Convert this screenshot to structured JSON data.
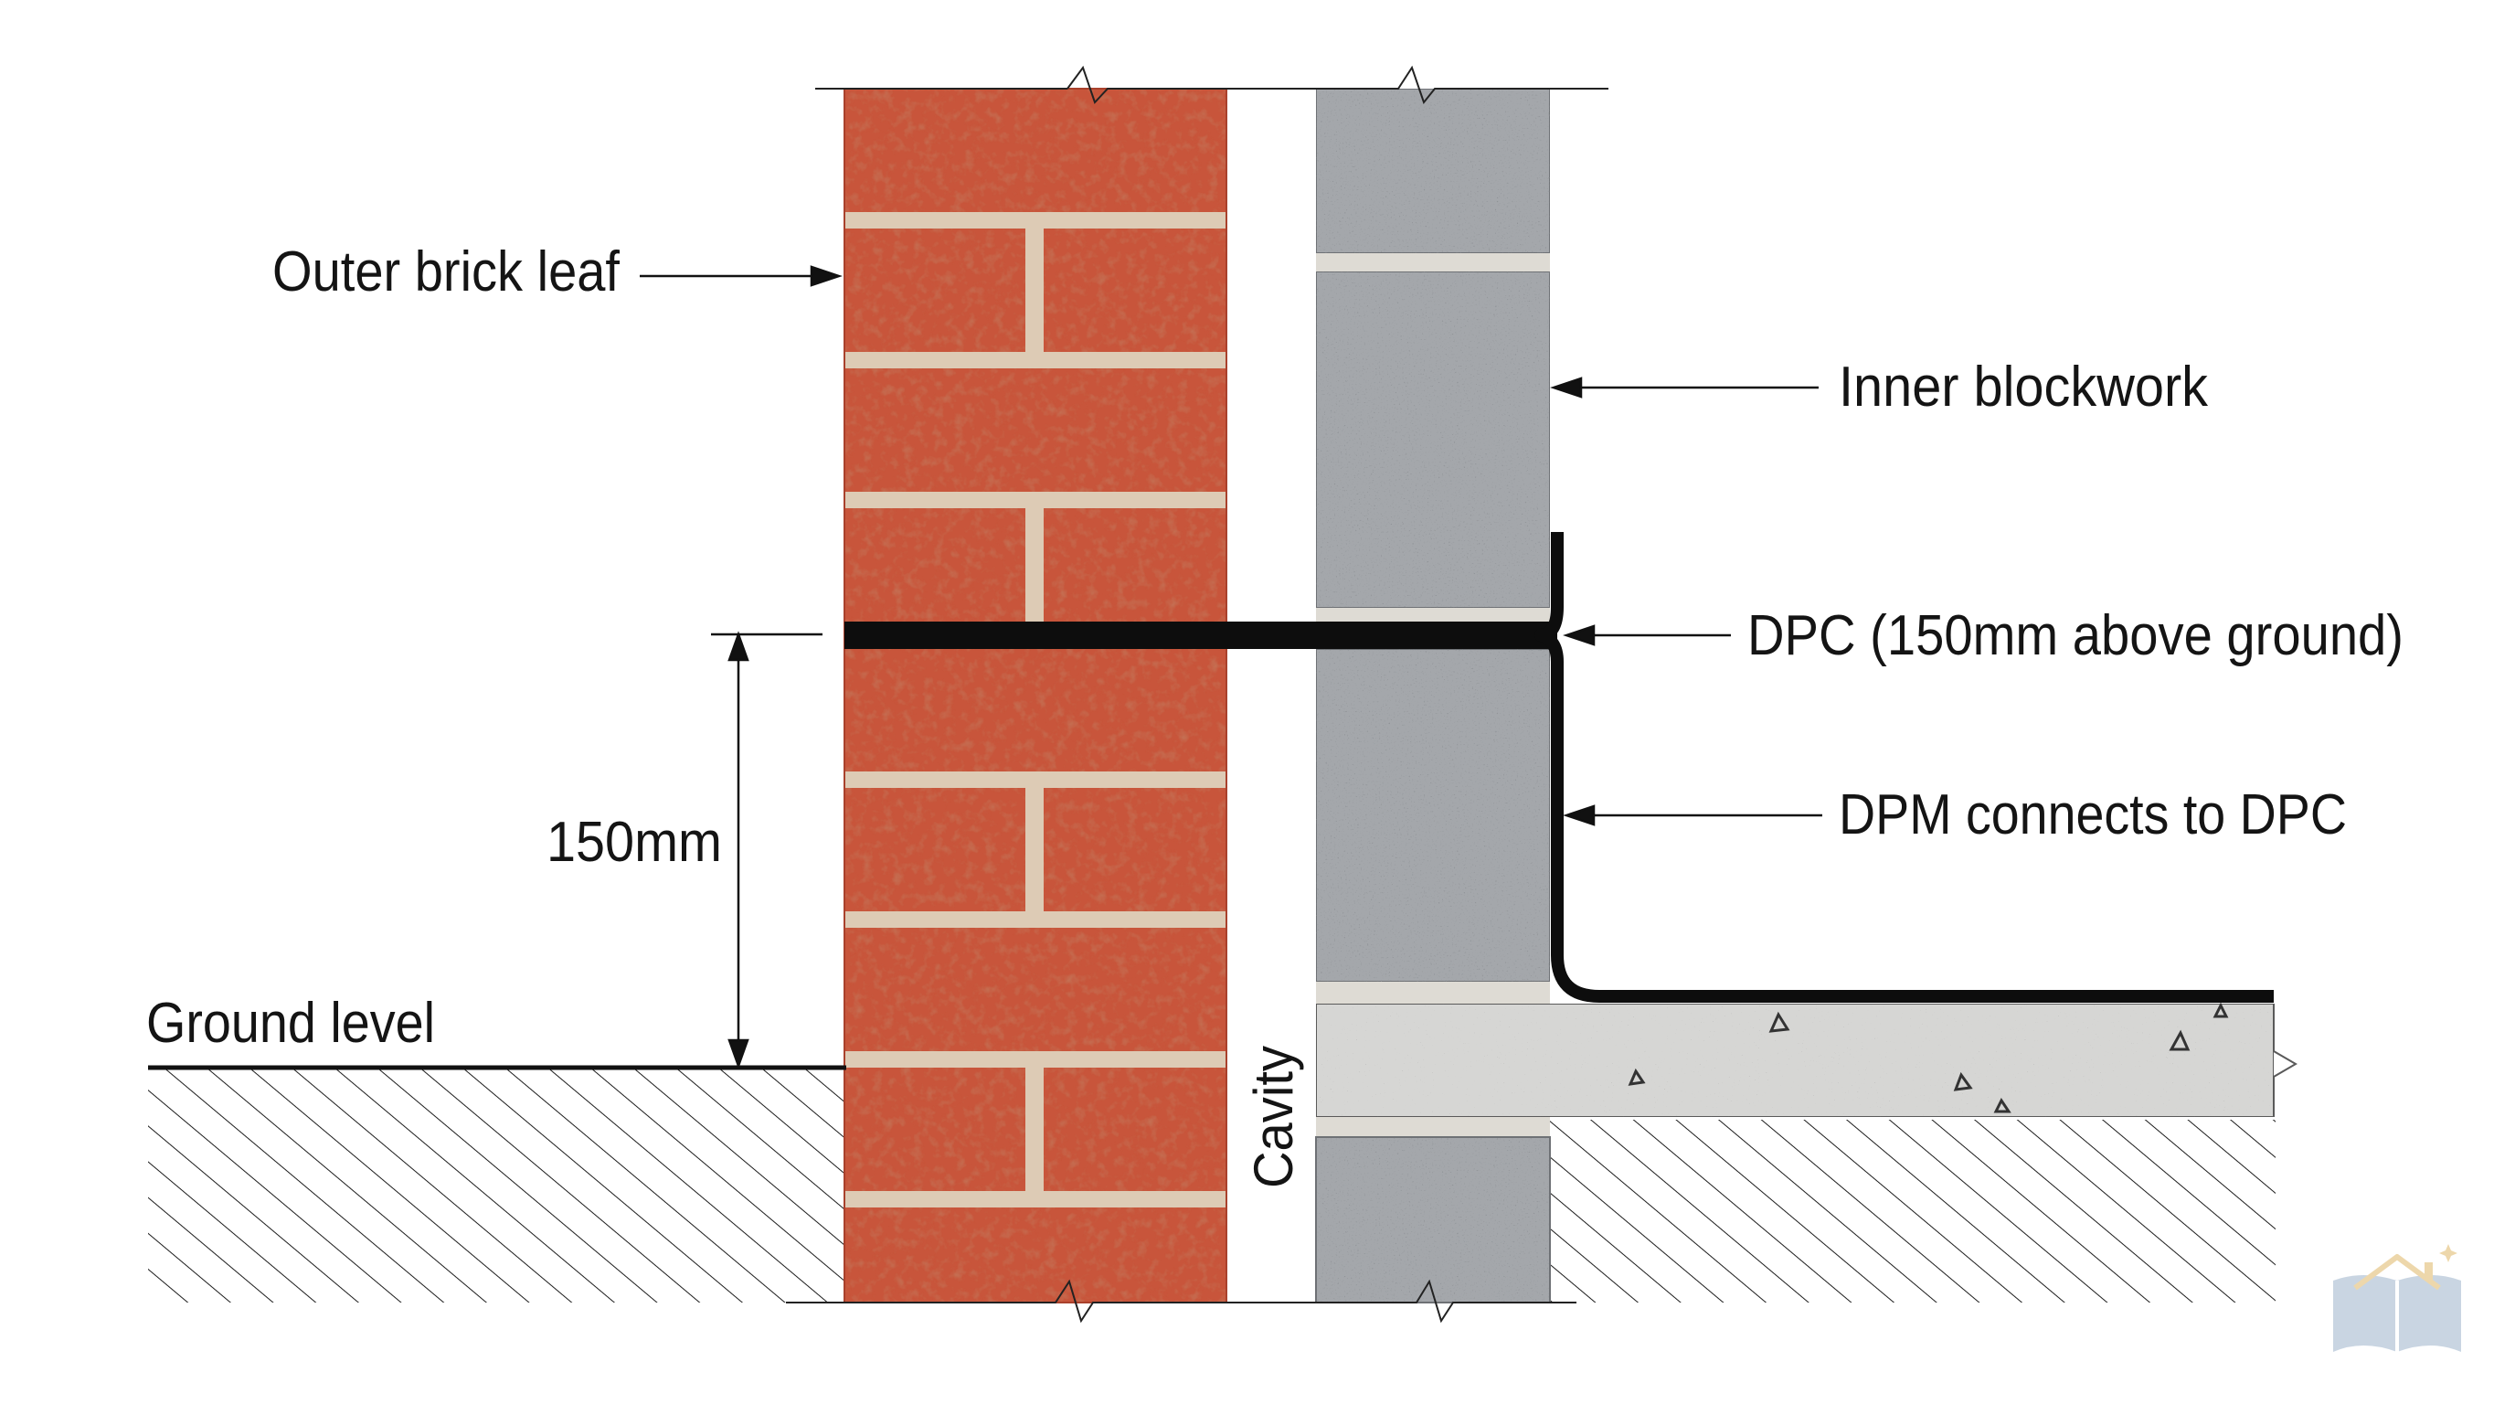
{
  "diagram": {
    "labels": {
      "outer_brick_leaf": "Outer brick leaf",
      "inner_blockwork": "Inner blockwork",
      "dpc": "DPC (150mm above ground)",
      "dpm": "DPM connects to DPC",
      "dimension": "150mm",
      "ground_level": "Ground level",
      "cavity": "Cavity"
    },
    "colors": {
      "background": "#ffffff",
      "brick": "#c8553b",
      "brick_dark": "#a9412c",
      "mortar": "#ddcbb5",
      "block": "#a4a7ab",
      "block_mortar": "#dedbd4",
      "concrete_slab": "#d6d6d4",
      "membrane": "#0d0d0d",
      "hatch": "#1c1c1c",
      "text": "#141414"
    },
    "icons": {
      "watermark": "house-book-icon"
    }
  }
}
